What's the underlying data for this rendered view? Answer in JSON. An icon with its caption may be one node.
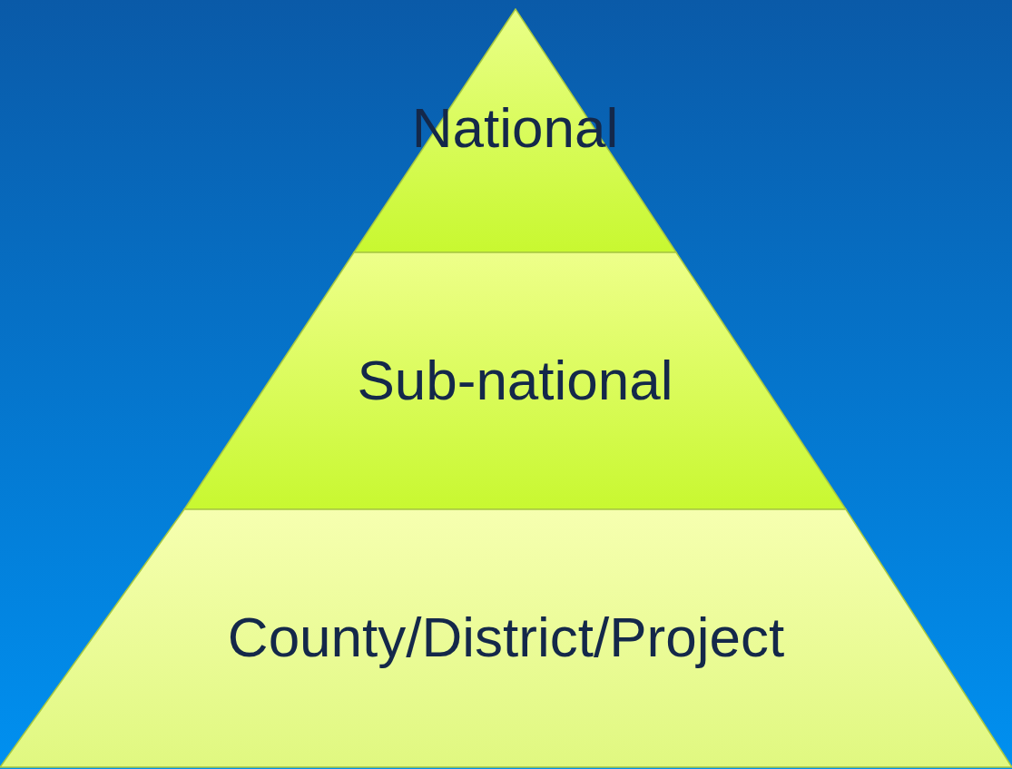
{
  "diagram": {
    "nodes": [
      {
        "text": [
          "National"
        ]
      },
      {
        "text": [
          "Sub-national"
        ]
      },
      {
        "text": [
          "County/District/Project"
        ]
      }
    ]
  }
}
